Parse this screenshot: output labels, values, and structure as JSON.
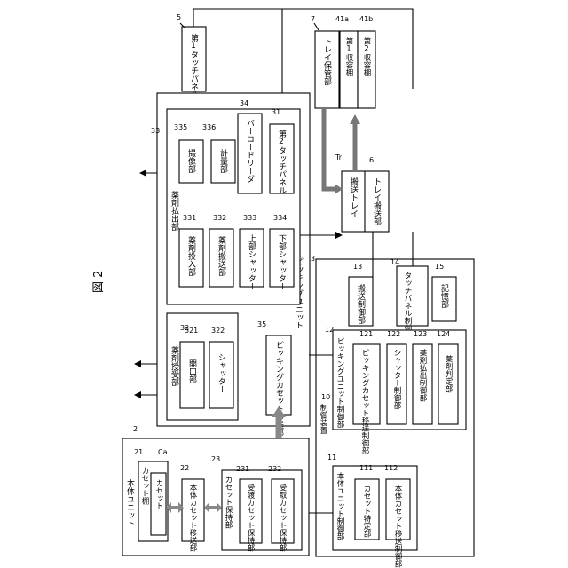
{
  "figure": {
    "title": "図 2"
  },
  "refs": {
    "r2": "2",
    "r3": "3",
    "r5": "5",
    "r6": "6",
    "r7": "7",
    "r10": "10",
    "r11": "11",
    "r12": "12",
    "r13": "13",
    "r14": "14",
    "r15": "15",
    "r21": "21",
    "r22": "22",
    "r23": "23",
    "r231": "231",
    "r232": "232",
    "r32": "32",
    "r321": "321",
    "r322": "322",
    "r33": "33",
    "r331": "331",
    "r332": "332",
    "r333": "333",
    "r334": "334",
    "r335": "335",
    "r336": "336",
    "r34": "34",
    "r35": "35",
    "r31": "31",
    "r41a": "41a",
    "r41b": "41b",
    "r111": "111",
    "r112": "112",
    "r121": "121",
    "r122": "122",
    "r123": "123",
    "r124": "124",
    "rCa": "Ca",
    "rTr": "Tr"
  },
  "main_unit": {
    "title": "本体ユニット",
    "cassette_shelf": "カセット棚",
    "cassette": "カセット",
    "transfer": "本体カセット移送部",
    "holding": "カセット保持部",
    "deliver_hold": "受渡カセット保持部",
    "receive_hold": "受取カセット保持部"
  },
  "picking_unit": {
    "title": "ピッキングユニット",
    "receive": "薬剤授受部",
    "opening": "開口部",
    "shutter": "シャッター",
    "dispense": "薬剤払出部",
    "imaging": "撮像部",
    "weighing": "計量部",
    "input": "薬剤投入部",
    "convey": "薬剤搬送部",
    "upper_shutter": "上部シャッター",
    "lower_shutter": "下部シャッター",
    "barcode": "バーコードリーダ",
    "touch2": "第2タッチパネル",
    "cassette_transfer": "ピッキングカセット移送部"
  },
  "touch1": "第1タッチパネル",
  "tray_store": "トレイ保管部",
  "bin1": "第1収容棚",
  "bin2": "第2収容棚",
  "conveyor": {
    "tray": "搬送トレイ",
    "unit": "トレイ搬送部"
  },
  "control": {
    "title": "制御装置",
    "conv_ctrl": "搬送制御部",
    "touch_ctrl": "タッチパネル制御部",
    "storage": "記憶部",
    "main_ctrl": "本体ユニット制御部",
    "cassette_id": "カセット特定部",
    "main_transfer_ctrl": "本体カセット移送制御部",
    "pick_ctrl": "ピッキングユニット制御部",
    "pick_transfer_ctrl": "ピッキングカセット移送制御部",
    "shutter_ctrl": "シャッター制御部",
    "dispense_ctrl": "薬剤払出制御部",
    "judge": "薬剤判定部"
  }
}
